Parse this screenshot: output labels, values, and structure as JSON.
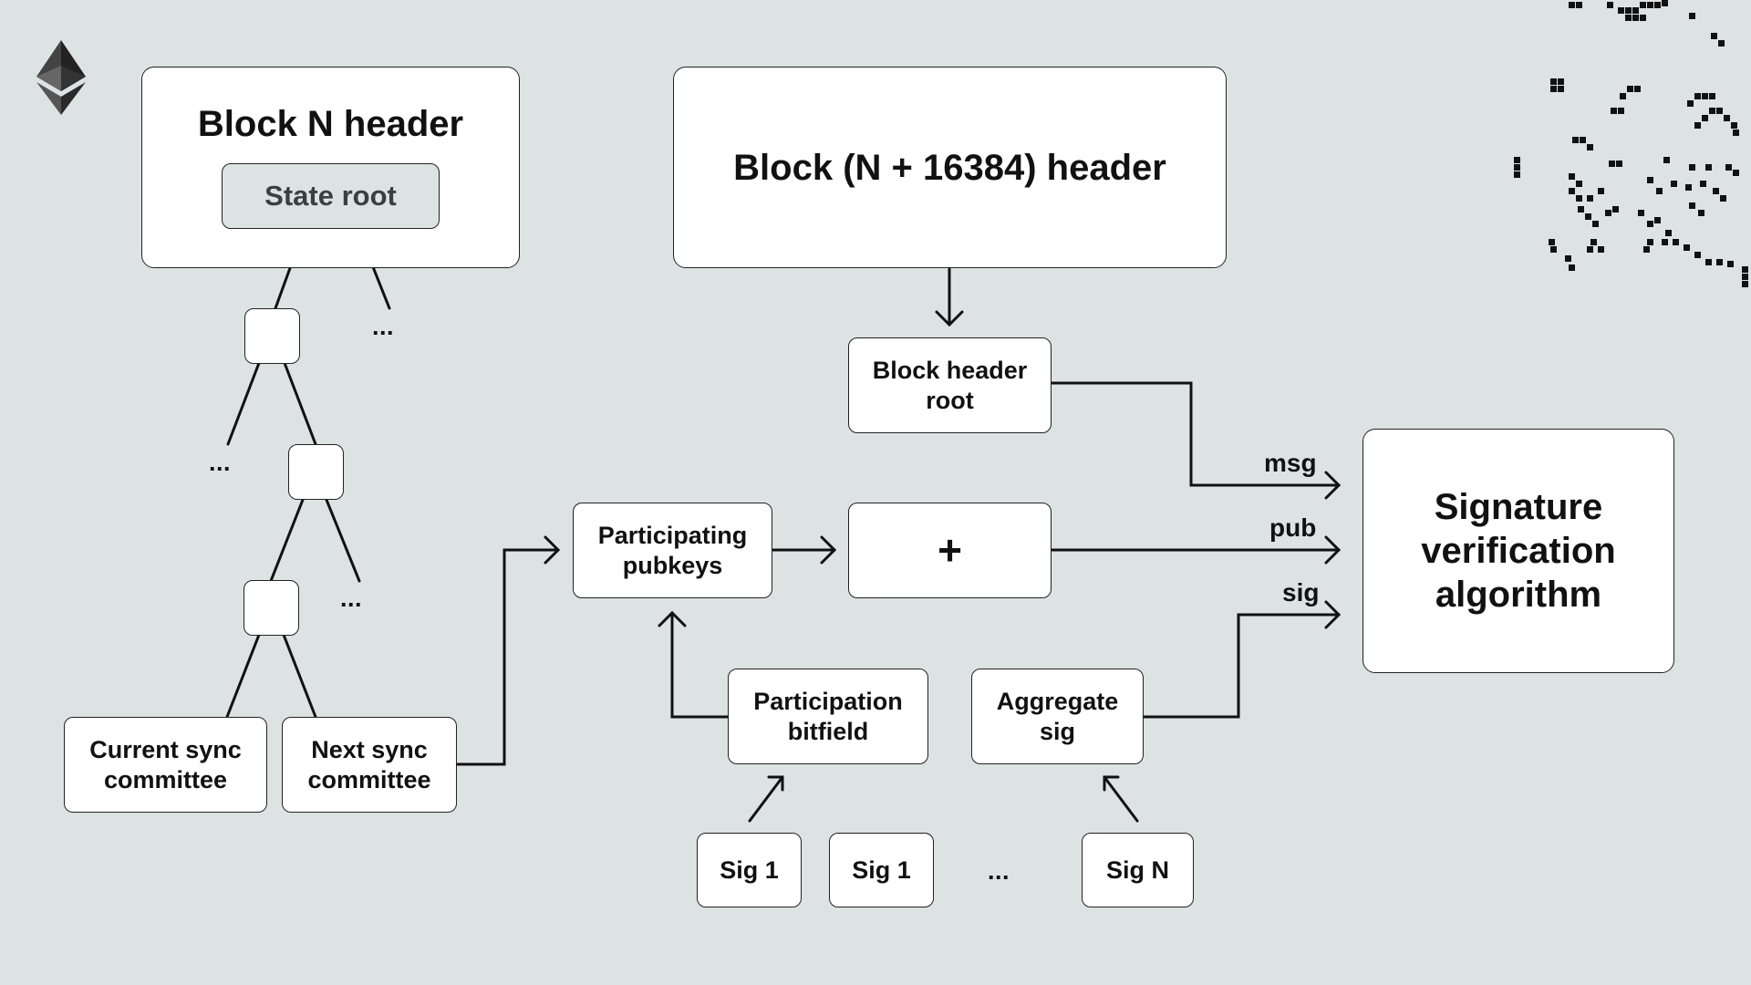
{
  "boxes": {
    "block_n_header": "Block N header",
    "state_root": "State root",
    "block_n16384_header": "Block (N + 16384) header",
    "block_header_root": "Block header root",
    "participating_pubkeys": "Participating pubkeys",
    "plus": "+",
    "signature_verification": "Signature verification algorithm",
    "participation_bitfield": "Participation bitfield",
    "aggregate_sig": "Aggregate sig",
    "current_sync_committee": "Current sync committee",
    "next_sync_committee": "Next sync committee",
    "sig_1a": "Sig 1",
    "sig_1b": "Sig 1",
    "sig_n": "Sig N"
  },
  "edge_labels": {
    "msg": "msg",
    "pub": "pub",
    "sig": "sig"
  },
  "ellipsis": "...",
  "logo": "ethereum-logo-icon"
}
